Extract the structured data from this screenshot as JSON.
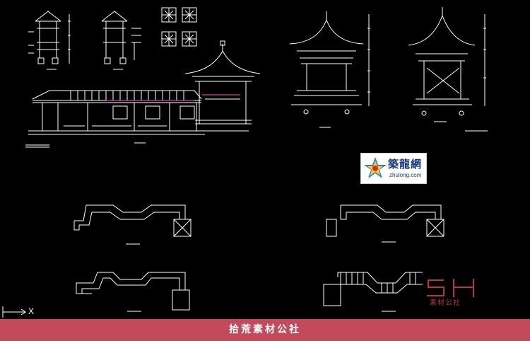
{
  "watermark": {
    "brand_cn": "築龍網",
    "brand_url": "zhulong.com"
  },
  "corner_logo": {
    "letters": "SH",
    "subtitle": "素材公社"
  },
  "footer": {
    "title": "拾荒素材公社"
  },
  "ucs_icon": {
    "axis_label": "X"
  },
  "colors": {
    "background": "#000000",
    "lines": "#ffffff",
    "accent_magenta": "#ff4fd8",
    "footer_bar": "#c24a5a"
  }
}
